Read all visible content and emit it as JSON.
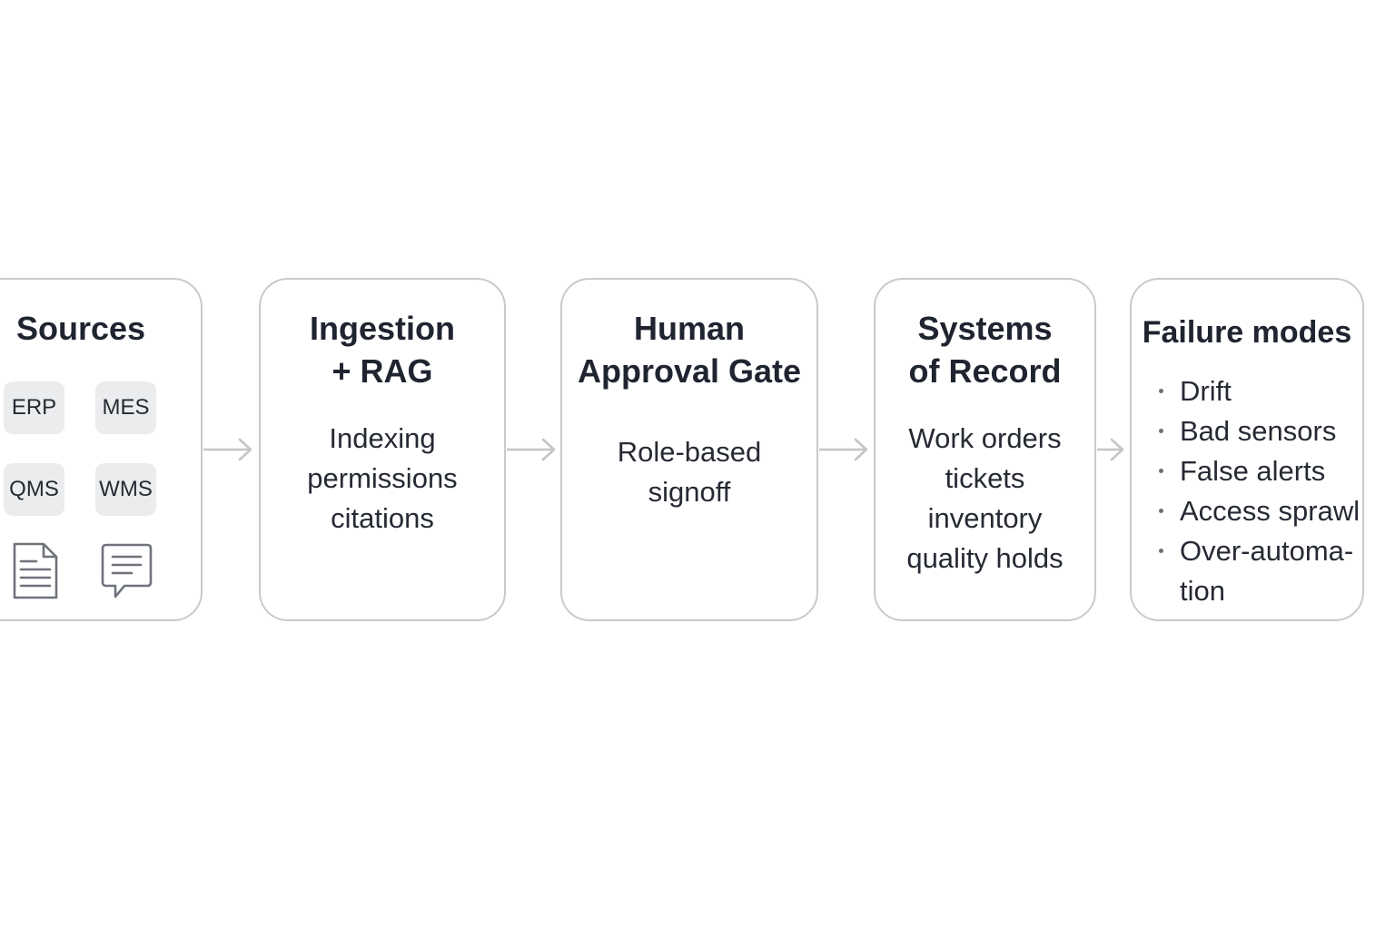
{
  "sources": {
    "title": "Sources",
    "chips": [
      "ERP",
      "MES",
      "QMS",
      "WMS"
    ],
    "icons": [
      "document-icon",
      "chat-bubble-icon"
    ]
  },
  "ingestion": {
    "title": "Ingestion\n+ RAG",
    "lines": [
      "Indexing",
      "permissions",
      "citations"
    ]
  },
  "approval": {
    "title": "Human\nApproval Gate",
    "lines": [
      "Role-based",
      "signoff"
    ]
  },
  "systems": {
    "title": "Systems\nof Record",
    "lines": [
      "Work orders",
      "tickets",
      "inventory",
      "quality holds"
    ]
  },
  "failure": {
    "title": "Failure modes",
    "items": [
      "Drift",
      "Bad sensors",
      "False alerts",
      "Access sprawl",
      "Over-automa-",
      "tion"
    ]
  },
  "colors": {
    "border": "#c9cacd",
    "arrow": "#c4c5c8",
    "chip_bg": "#ebecee",
    "text": "#1f2430"
  }
}
